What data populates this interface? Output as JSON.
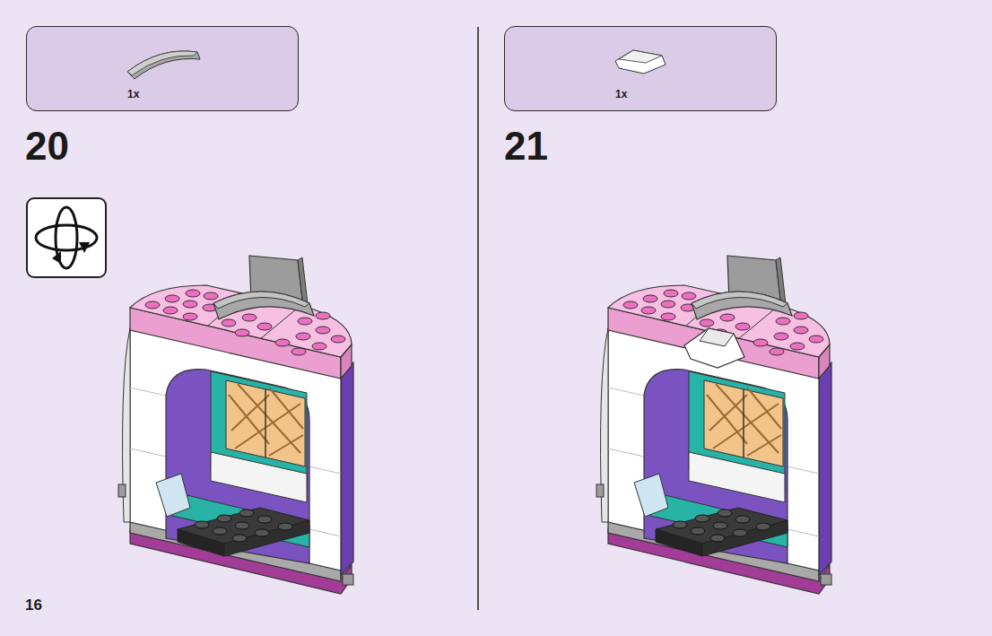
{
  "diagram": {
    "nodes": [
      {
        "text": [
          "1x"
        ]
      },
      {
        "text": [
          "1x"
        ]
      }
    ],
    "labels": [
      "20",
      "21",
      "16"
    ]
  }
}
